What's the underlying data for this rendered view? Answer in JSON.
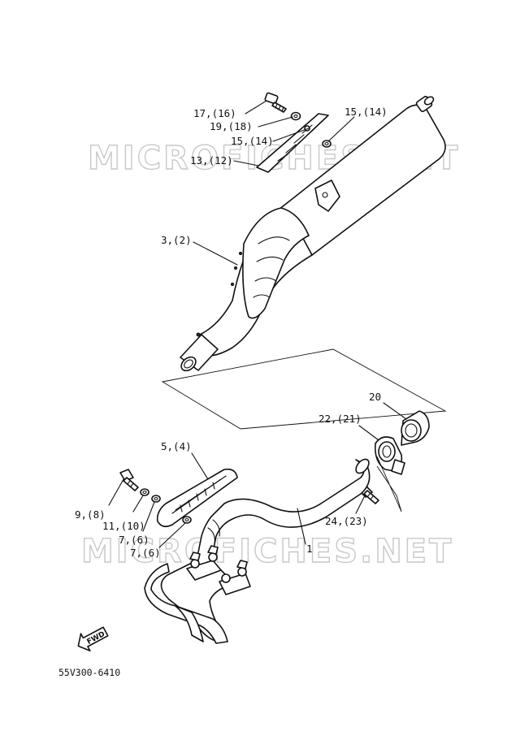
{
  "watermark": "MICROFICHES.NET",
  "fwd_label": "FWD",
  "diagram_code": "55V300-6410",
  "callouts": [
    {
      "id": "c17",
      "text": "17,(16)"
    },
    {
      "id": "c19",
      "text": "19,(18)"
    },
    {
      "id": "c15a",
      "text": "15,(14)"
    },
    {
      "id": "c15b",
      "text": "15,(14)"
    },
    {
      "id": "c13",
      "text": "13,(12)"
    },
    {
      "id": "c3",
      "text": "3,(2)"
    },
    {
      "id": "c20",
      "text": "20"
    },
    {
      "id": "c22",
      "text": "22,(21)"
    },
    {
      "id": "c5",
      "text": "5,(4)"
    },
    {
      "id": "c9",
      "text": "9,(8)"
    },
    {
      "id": "c11",
      "text": "11,(10)"
    },
    {
      "id": "c7a",
      "text": "7,(6)"
    },
    {
      "id": "c7b",
      "text": "7,(6)"
    },
    {
      "id": "c24",
      "text": "24,(23)"
    },
    {
      "id": "c1",
      "text": "1"
    }
  ]
}
